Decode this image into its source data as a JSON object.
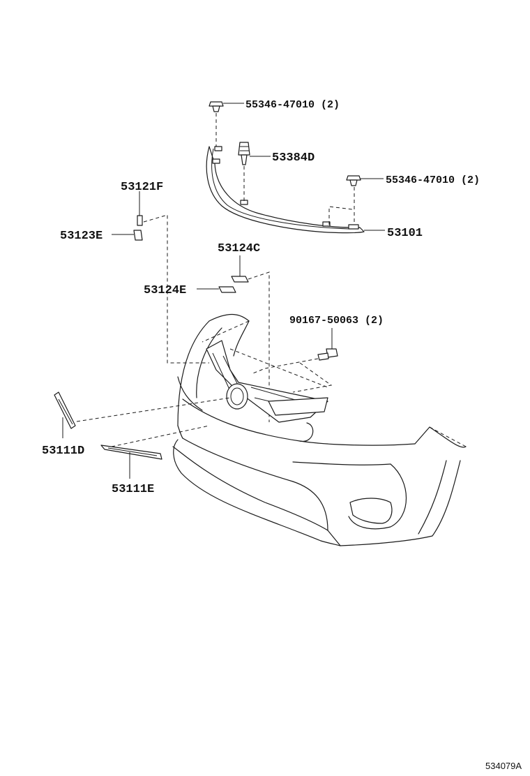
{
  "diagram": {
    "parts": [
      {
        "id": "p1",
        "label": "55346-47010 (2)"
      },
      {
        "id": "p2",
        "label": "53384D"
      },
      {
        "id": "p3",
        "label": "55346-47010 (2)"
      },
      {
        "id": "p4",
        "label": "53101"
      },
      {
        "id": "p5",
        "label": "53121F"
      },
      {
        "id": "p6",
        "label": "53123E"
      },
      {
        "id": "p7",
        "label": "53124C"
      },
      {
        "id": "p8",
        "label": "53124E"
      },
      {
        "id": "p9",
        "label": "90167-50063 (2)"
      },
      {
        "id": "p10",
        "label": "53111D"
      },
      {
        "id": "p11",
        "label": "53111E"
      }
    ],
    "figure_code": "534079A"
  }
}
